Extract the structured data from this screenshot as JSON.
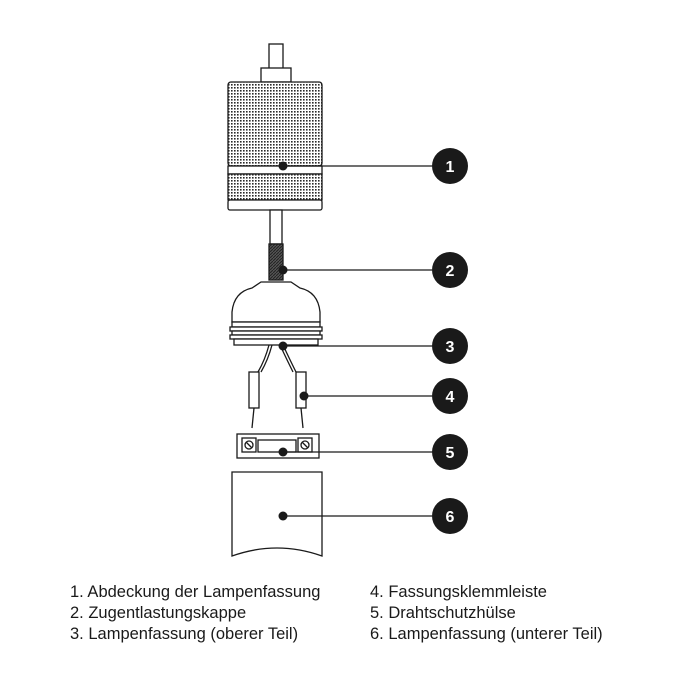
{
  "callouts": [
    {
      "number": "1"
    },
    {
      "number": "2"
    },
    {
      "number": "3"
    },
    {
      "number": "4"
    },
    {
      "number": "5"
    },
    {
      "number": "6"
    }
  ],
  "legend": [
    "1. Abdeckung der Lampenfassung",
    "2. Zugentlastungskappe",
    "3. Lampenfassung (oberer Teil)",
    "4. Fassungsklemmleiste",
    "5. Drahtschutzhülse",
    "6. Lampenfassung (unterer Teil)"
  ],
  "colors": {
    "stroke": "#1a1a1a",
    "badge": "#1a1a1a",
    "background": "#ffffff"
  }
}
